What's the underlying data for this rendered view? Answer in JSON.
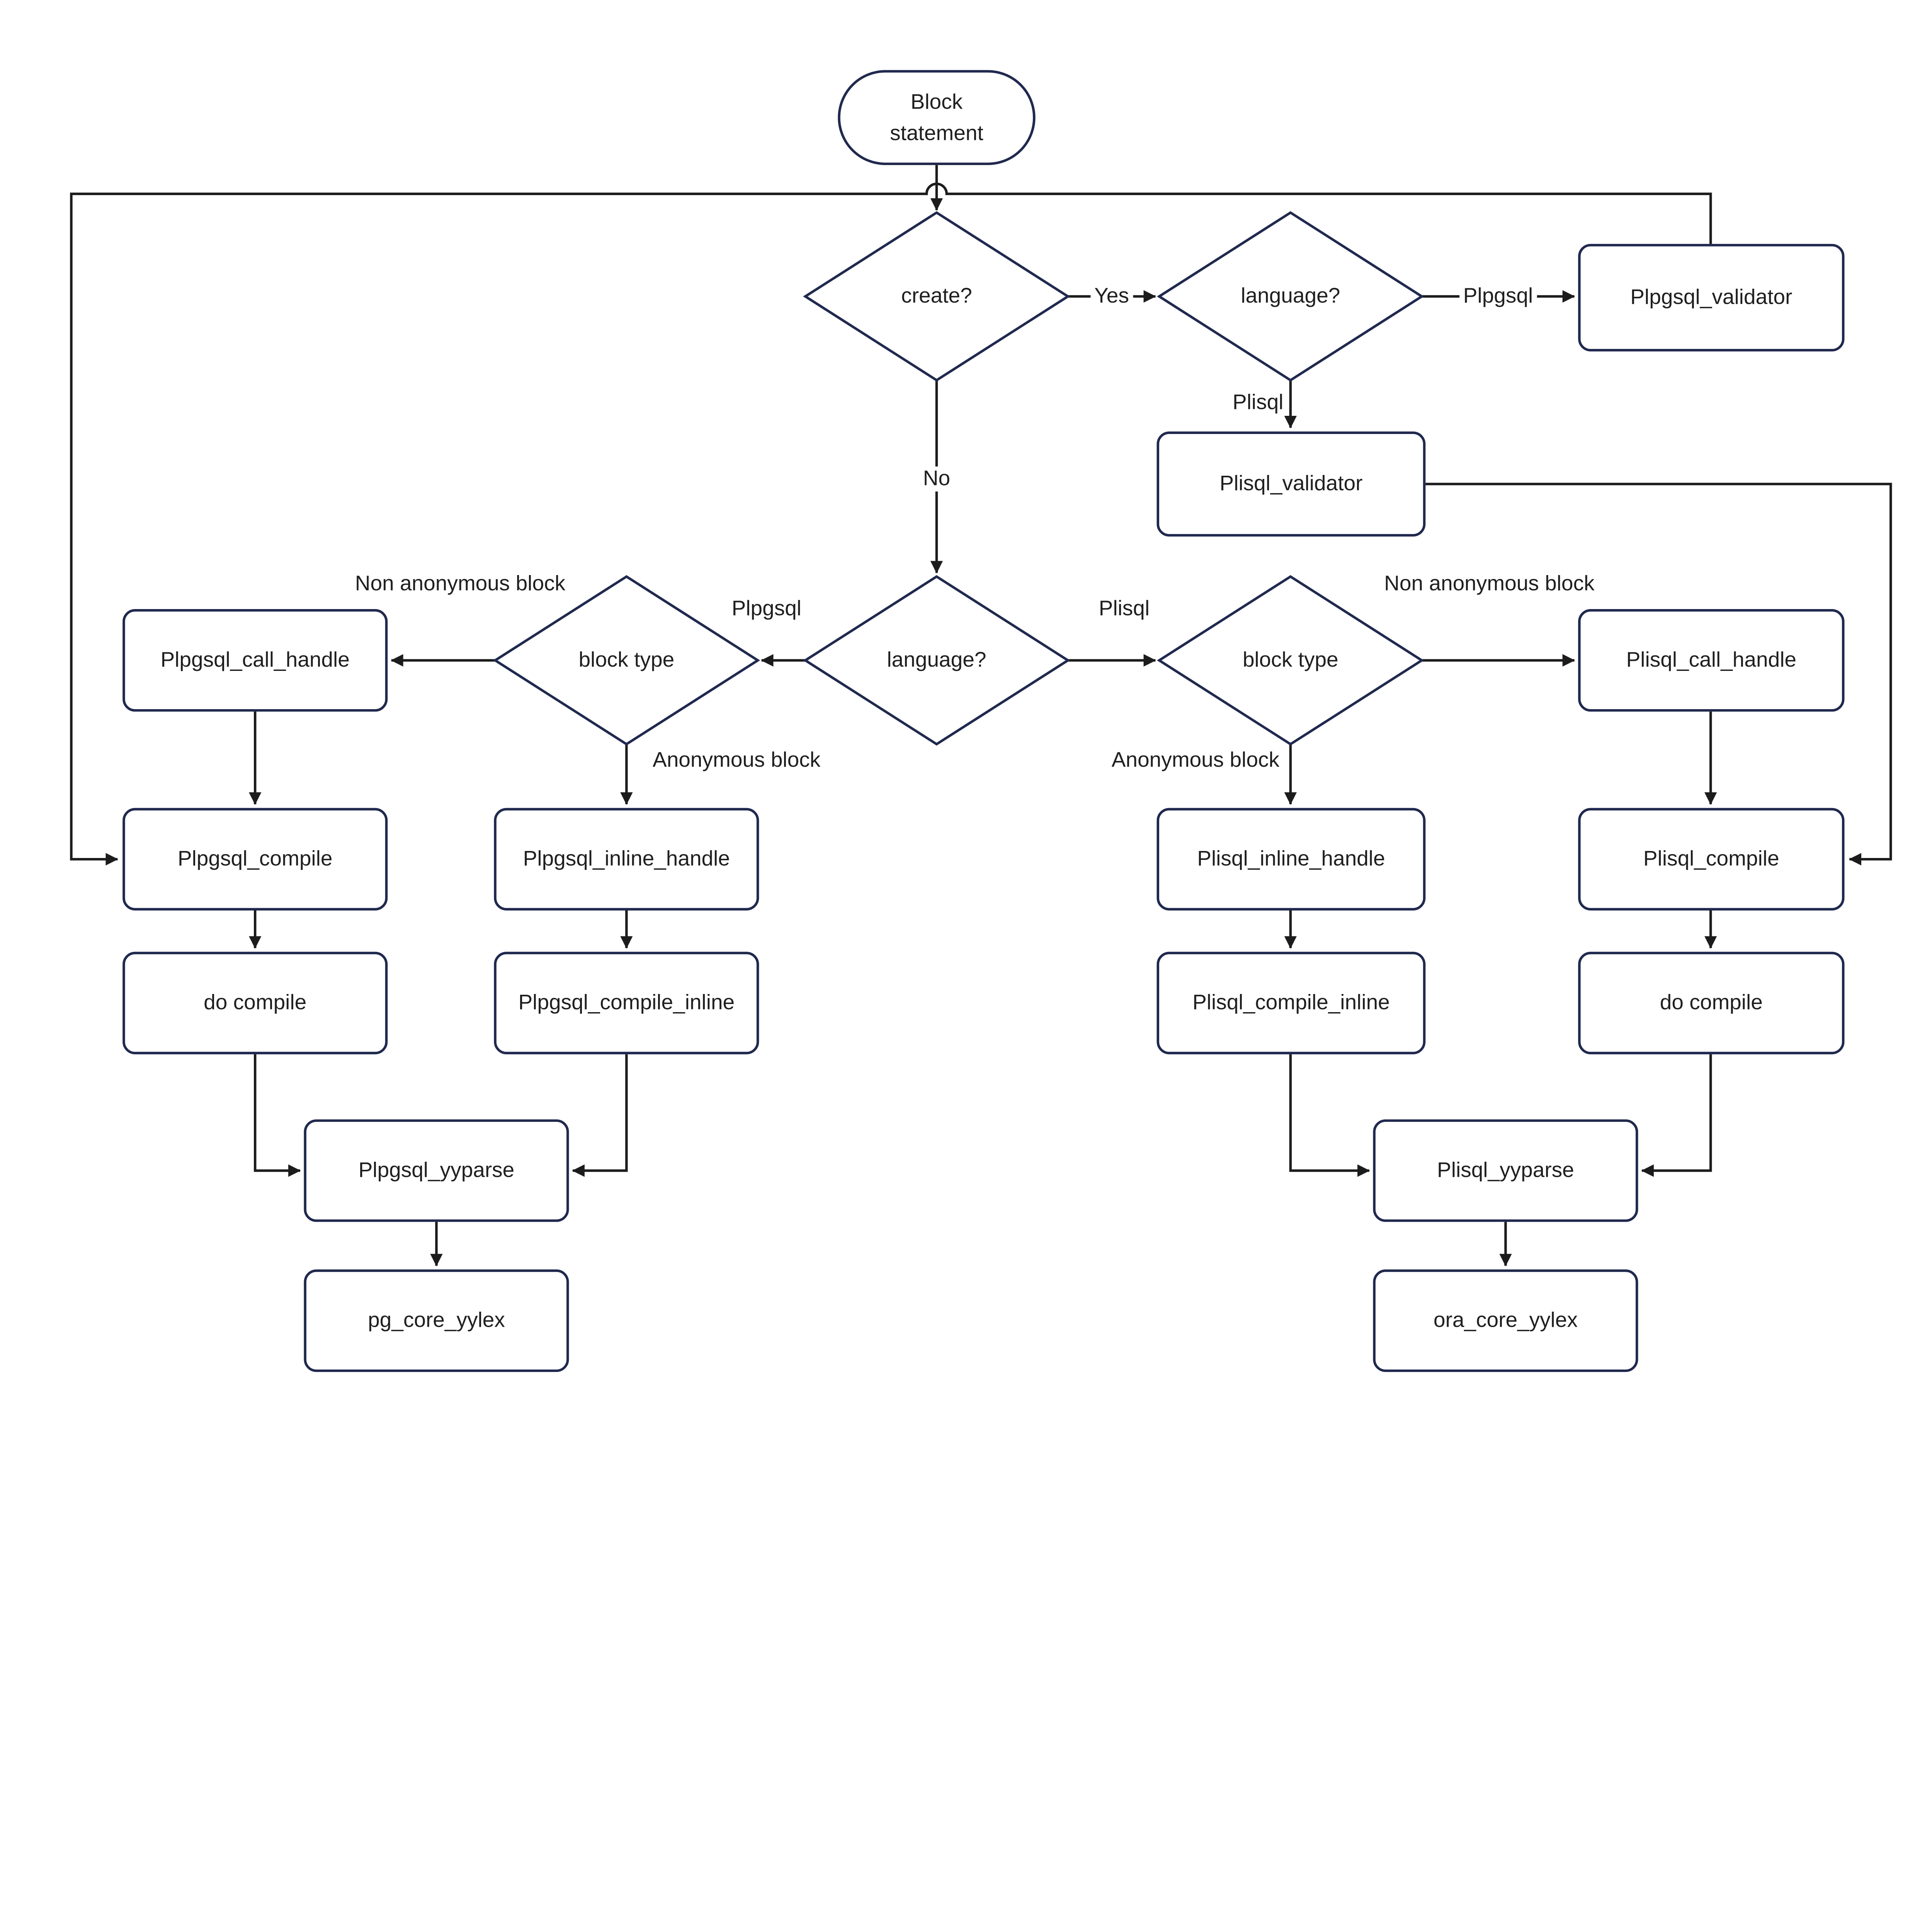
{
  "colors": {
    "shape_stroke": "#20294e",
    "connector": "#1c1c1c",
    "text": "#1f1f1f",
    "background": "#ffffff"
  },
  "nodes": {
    "block_statement": {
      "label": "Block statement",
      "shape": "terminator"
    },
    "create_q": {
      "label": "create?",
      "shape": "decision"
    },
    "language_top_q": {
      "label": "language?",
      "shape": "decision"
    },
    "plpgsql_validator": {
      "label": "Plpgsql_validator",
      "shape": "process"
    },
    "plisql_validator": {
      "label": "Plisql_validator",
      "shape": "process"
    },
    "language_mid_q": {
      "label": "language?",
      "shape": "decision"
    },
    "block_type_left": {
      "label": "block type",
      "shape": "decision"
    },
    "block_type_right": {
      "label": "block type",
      "shape": "decision"
    },
    "plpgsql_call_handle": {
      "label": "Plpgsql_call_handle",
      "shape": "process"
    },
    "plisql_call_handle": {
      "label": "Plisql_call_handle",
      "shape": "process"
    },
    "plpgsql_compile": {
      "label": "Plpgsql_compile",
      "shape": "process"
    },
    "plpgsql_inline_handle": {
      "label": "Plpgsql_inline_handle",
      "shape": "process"
    },
    "plisql_inline_handle": {
      "label": "Plisql_inline_handle",
      "shape": "process"
    },
    "plisql_compile": {
      "label": "Plisql_compile",
      "shape": "process"
    },
    "do_compile_left": {
      "label": "do compile",
      "shape": "process"
    },
    "plpgsql_compile_inline": {
      "label": "Plpgsql_compile_inline",
      "shape": "process"
    },
    "plisql_compile_inline": {
      "label": "Plisql_compile_inline",
      "shape": "process"
    },
    "do_compile_right": {
      "label": "do compile",
      "shape": "process"
    },
    "plpgsql_yyparse": {
      "label": "Plpgsql_yyparse",
      "shape": "process"
    },
    "plisql_yyparse": {
      "label": "Plisql_yyparse",
      "shape": "process"
    },
    "pg_core_yylex": {
      "label": "pg_core_yylex",
      "shape": "process"
    },
    "ora_core_yylex": {
      "label": "ora_core_yylex",
      "shape": "process"
    }
  },
  "edge_labels": {
    "yes": "Yes",
    "no": "No",
    "plpgsql_top": "Plpgsql",
    "plisql_top": "Plisql",
    "plpgsql_mid": "Plpgsql",
    "plisql_mid": "Plisql",
    "non_anonymous_left": "Non anonymous block",
    "anonymous_left": "Anonymous block",
    "non_anonymous_right": "Non anonymous block",
    "anonymous_right": "Anonymous block"
  },
  "edges": [
    {
      "from": "block_statement",
      "to": "create_q",
      "label": ""
    },
    {
      "from": "create_q",
      "to": "language_top_q",
      "label": "Yes"
    },
    {
      "from": "language_top_q",
      "to": "plpgsql_validator",
      "label": "Plpgsql"
    },
    {
      "from": "language_top_q",
      "to": "plisql_validator",
      "label": "Plisql"
    },
    {
      "from": "create_q",
      "to": "language_mid_q",
      "label": "No"
    },
    {
      "from": "language_mid_q",
      "to": "block_type_left",
      "label": "Plpgsql"
    },
    {
      "from": "language_mid_q",
      "to": "block_type_right",
      "label": "Plisql"
    },
    {
      "from": "block_type_left",
      "to": "plpgsql_call_handle",
      "label": "Non anonymous block"
    },
    {
      "from": "block_type_left",
      "to": "plpgsql_inline_handle",
      "label": "Anonymous block"
    },
    {
      "from": "block_type_right",
      "to": "plisql_call_handle",
      "label": "Non anonymous block"
    },
    {
      "from": "block_type_right",
      "to": "plisql_inline_handle",
      "label": "Anonymous block"
    },
    {
      "from": "plpgsql_call_handle",
      "to": "plpgsql_compile",
      "label": ""
    },
    {
      "from": "plisql_call_handle",
      "to": "plisql_compile",
      "label": ""
    },
    {
      "from": "plpgsql_compile",
      "to": "do_compile_left",
      "label": ""
    },
    {
      "from": "plisql_compile",
      "to": "do_compile_right",
      "label": ""
    },
    {
      "from": "plpgsql_inline_handle",
      "to": "plpgsql_compile_inline",
      "label": ""
    },
    {
      "from": "plisql_inline_handle",
      "to": "plisql_compile_inline",
      "label": ""
    },
    {
      "from": "do_compile_left",
      "to": "plpgsql_yyparse",
      "label": ""
    },
    {
      "from": "plpgsql_compile_inline",
      "to": "plpgsql_yyparse",
      "label": ""
    },
    {
      "from": "plisql_compile_inline",
      "to": "plisql_yyparse",
      "label": ""
    },
    {
      "from": "do_compile_right",
      "to": "plisql_yyparse",
      "label": ""
    },
    {
      "from": "plpgsql_yyparse",
      "to": "pg_core_yylex",
      "label": ""
    },
    {
      "from": "plisql_yyparse",
      "to": "ora_core_yylex",
      "label": ""
    },
    {
      "from": "plpgsql_validator",
      "to": "plpgsql_compile",
      "label": ""
    },
    {
      "from": "plisql_validator",
      "to": "plisql_compile",
      "label": ""
    }
  ]
}
